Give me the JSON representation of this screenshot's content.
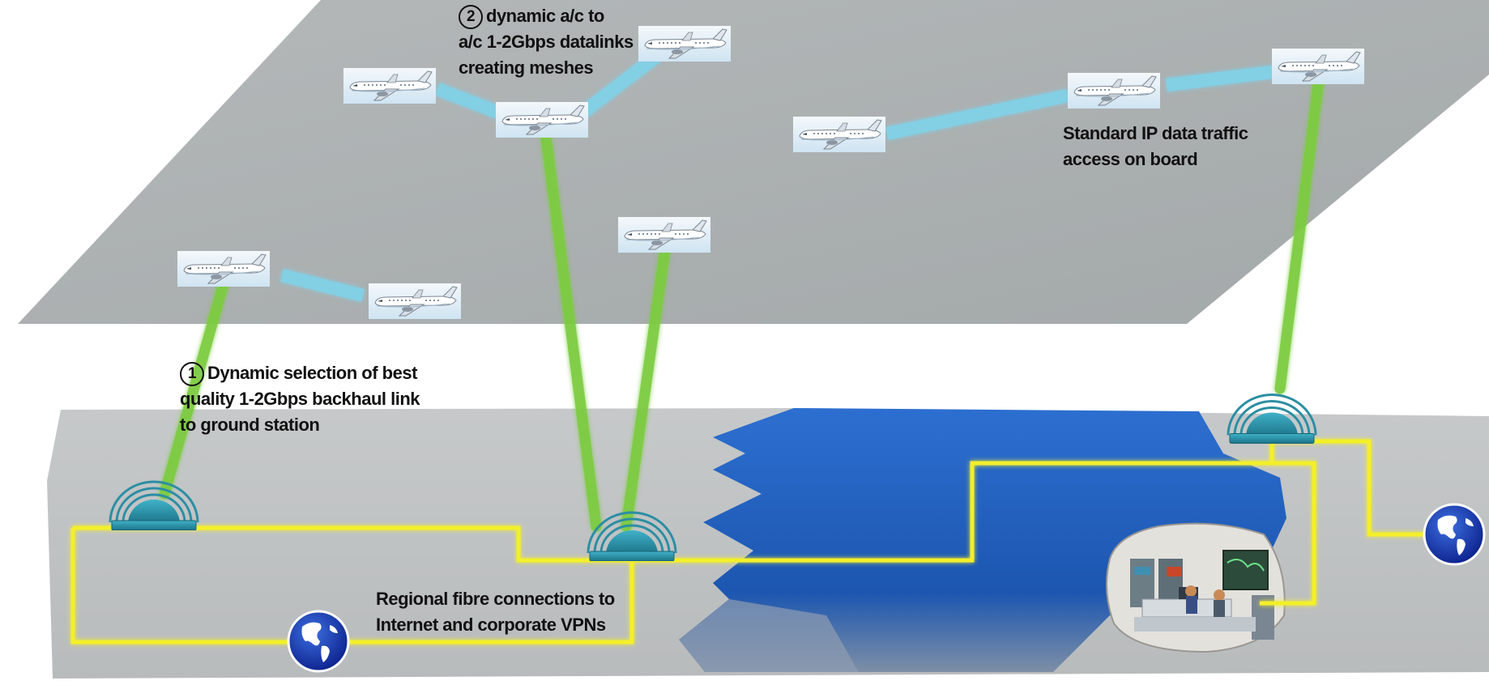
{
  "annotations": {
    "backhaul": {
      "number": "1",
      "lines": [
        "Dynamic selection of  best",
        "quality 1-2Gbps backhaul link",
        "to ground station"
      ]
    },
    "datalinks": {
      "number": "2",
      "lines": [
        "dynamic a/c to",
        "a/c 1-2Gbps datalinks",
        "creating meshes"
      ]
    },
    "ip_traffic": {
      "lines": [
        "Standard IP data traffic",
        "access on board"
      ]
    },
    "fibre": {
      "lines": [
        "Regional fibre connections to",
        "Internet and corporate VPNs"
      ]
    }
  },
  "colors": {
    "sky_plane": "#a9aeaf",
    "ground_plane": "#c2c5c6",
    "water": "#1f5fbf",
    "fibre_line": "#f3ef2a",
    "backhaul_link": "#7ccc3f",
    "mesh_link": "#7fd3ea",
    "ground_station": "#2a95ad"
  },
  "icons": [
    "aircraft-icon",
    "ground-station-icon",
    "globe-icon",
    "control-room-icon"
  ]
}
